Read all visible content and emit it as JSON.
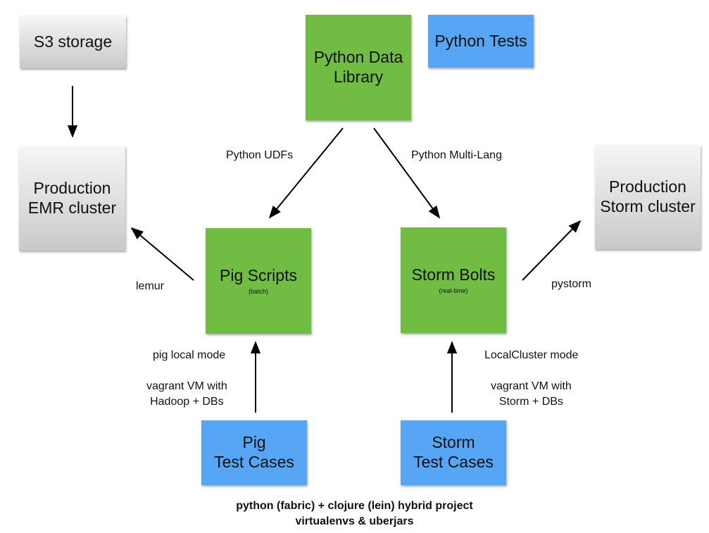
{
  "nodes": {
    "s3": {
      "title": "S3 storage"
    },
    "emr": {
      "title": "Production\nEMR cluster"
    },
    "python_lib": {
      "title": "Python Data\nLibrary"
    },
    "python_tests": {
      "title": "Python Tests"
    },
    "storm_cluster": {
      "title": "Production\nStorm cluster"
    },
    "pig_scripts": {
      "title": "Pig Scripts",
      "subtitle": "(batch)"
    },
    "storm_bolts": {
      "title": "Storm Bolts",
      "subtitle": "(real-time)"
    },
    "pig_tests": {
      "title": "Pig\nTest Cases"
    },
    "storm_tests": {
      "title": "Storm\nTest Cases"
    }
  },
  "edges": {
    "python_udfs": "Python UDFs",
    "python_multilang": "Python Multi-Lang",
    "lemur": "lemur",
    "pystorm": "pystorm",
    "pig_local": "pig local mode",
    "pig_vagrant": "vagrant VM with\nHadoop + DBs",
    "local_cluster": "LocalCluster mode",
    "storm_vagrant": "vagrant VM with\nStorm + DBs"
  },
  "footer": "python (fabric) + clojure (lein) hybrid project\nvirtualenvs & uberjars",
  "colors": {
    "green": "#71bd43",
    "blue": "#56a6f5",
    "gray_top": "#f6f6f6",
    "gray_bottom": "#c9c9c9"
  }
}
